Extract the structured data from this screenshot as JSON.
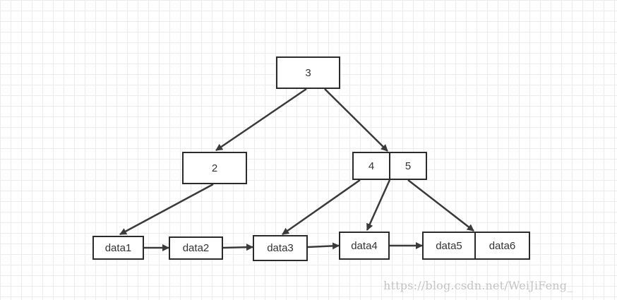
{
  "nodes": {
    "root": "3",
    "left": "2",
    "right_key1": "4",
    "right_key2": "5",
    "leaf1": "data1",
    "leaf2": "data2",
    "leaf3": "data3",
    "leaf4": "data4",
    "leaf5": "data5",
    "leaf6": "data6"
  },
  "colors": {
    "line": "#3a3a3a",
    "border": "#2b2b2b",
    "grid": "#ececec",
    "watermark": "#c4c4c4"
  },
  "watermark": "https://blog.csdn.net/WeiJiFeng_"
}
